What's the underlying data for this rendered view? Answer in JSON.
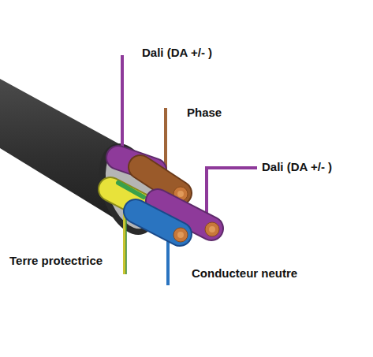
{
  "diagram": {
    "labels": [
      "Dali (DA +/- )",
      "Phase",
      "Dali (DA +/- )",
      "Terre protectrice",
      "Conducteur neutre"
    ]
  }
}
